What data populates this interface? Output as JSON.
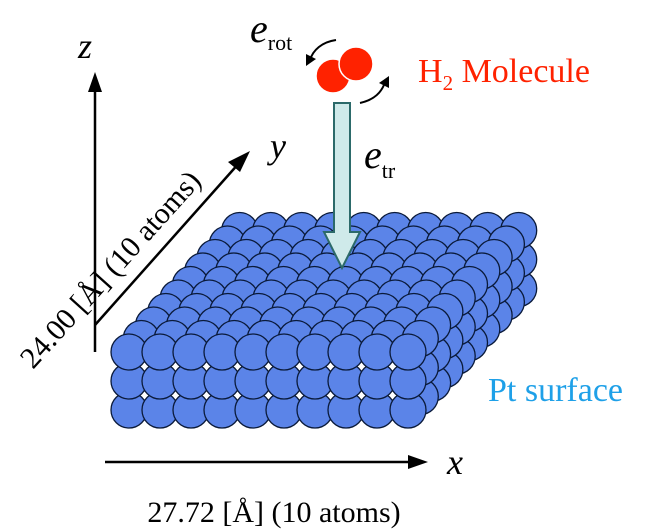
{
  "axes": {
    "z_label": "z",
    "y_label": "y",
    "x_label": "x"
  },
  "energies": {
    "rotational": {
      "symbol": "e",
      "subscript": "rot"
    },
    "translational": {
      "symbol": "e",
      "subscript": "tr"
    }
  },
  "molecule": {
    "prefix": "H",
    "subscript": "2",
    "suffix": " Molecule"
  },
  "surface_label": "Pt surface",
  "dimensions": {
    "y_extent": "24.00 [Å] (10 atoms)",
    "x_extent": "27.72 [Å] (10 atoms)"
  },
  "lattice": {
    "rows": 10,
    "cols": 10,
    "layers": 3
  },
  "colors": {
    "atom_fill": "#5b84e8",
    "atom_stroke": "#0a1a3a",
    "molecule": "#ff2200",
    "arrow_fill": "#cfeaea",
    "arrow_stroke": "#2c6a6a",
    "surface_text": "#1ea0e8",
    "molecule_text": "#ff2200",
    "axis": "#000000"
  }
}
